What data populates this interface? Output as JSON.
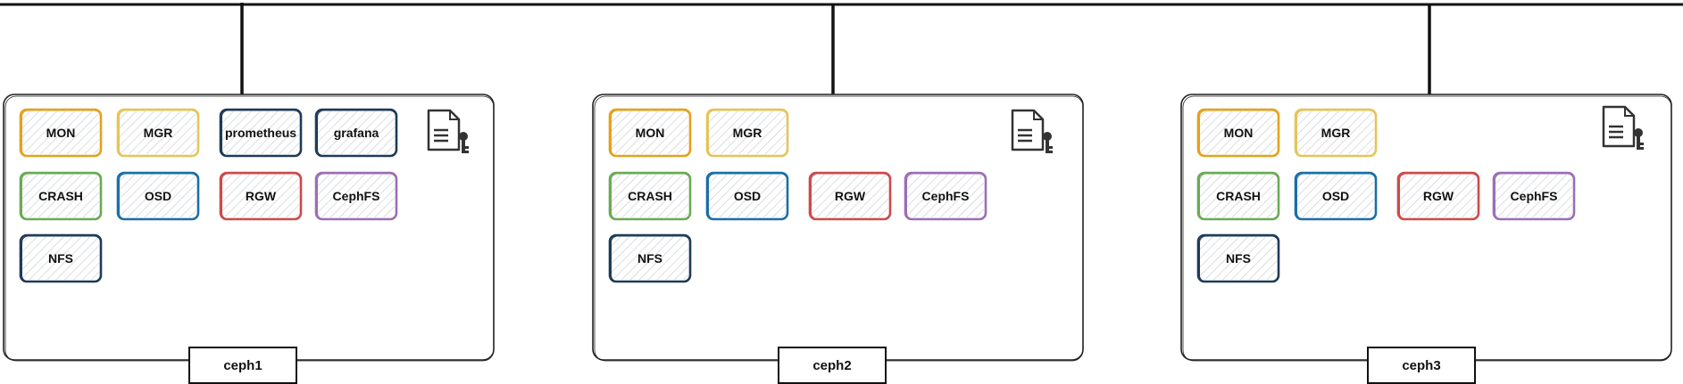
{
  "diagram": {
    "hosts": [
      {
        "name": "ceph1",
        "services": [
          {
            "label": "MON",
            "color": "#e6a11a"
          },
          {
            "label": "MGR",
            "color": "#e5c45a"
          },
          {
            "label": "prometheus",
            "color": "#1f3b57"
          },
          {
            "label": "grafana",
            "color": "#1f3b57"
          },
          {
            "label": "CRASH",
            "color": "#6aaa55"
          },
          {
            "label": "OSD",
            "color": "#1a6fa6"
          },
          {
            "label": "RGW",
            "color": "#cc4a4a"
          },
          {
            "label": "CephFS",
            "color": "#9b6fb5"
          },
          {
            "label": "NFS",
            "color": "#1f3b57"
          }
        ]
      },
      {
        "name": "ceph2",
        "services": [
          {
            "label": "MON",
            "color": "#e6a11a"
          },
          {
            "label": "MGR",
            "color": "#e5c45a"
          },
          {
            "label": "CRASH",
            "color": "#6aaa55"
          },
          {
            "label": "OSD",
            "color": "#1a6fa6"
          },
          {
            "label": "RGW",
            "color": "#cc4a4a"
          },
          {
            "label": "CephFS",
            "color": "#9b6fb5"
          },
          {
            "label": "NFS",
            "color": "#1f3b57"
          }
        ]
      },
      {
        "name": "ceph3",
        "services": [
          {
            "label": "MON",
            "color": "#e6a11a"
          },
          {
            "label": "MGR",
            "color": "#e5c45a"
          },
          {
            "label": "CRASH",
            "color": "#6aaa55"
          },
          {
            "label": "OSD",
            "color": "#1a6fa6"
          },
          {
            "label": "RGW",
            "color": "#cc4a4a"
          },
          {
            "label": "CephFS",
            "color": "#9b6fb5"
          },
          {
            "label": "NFS",
            "color": "#1f3b57"
          }
        ]
      }
    ],
    "host_icon": "document-key-icon",
    "line_color": "#111111"
  }
}
